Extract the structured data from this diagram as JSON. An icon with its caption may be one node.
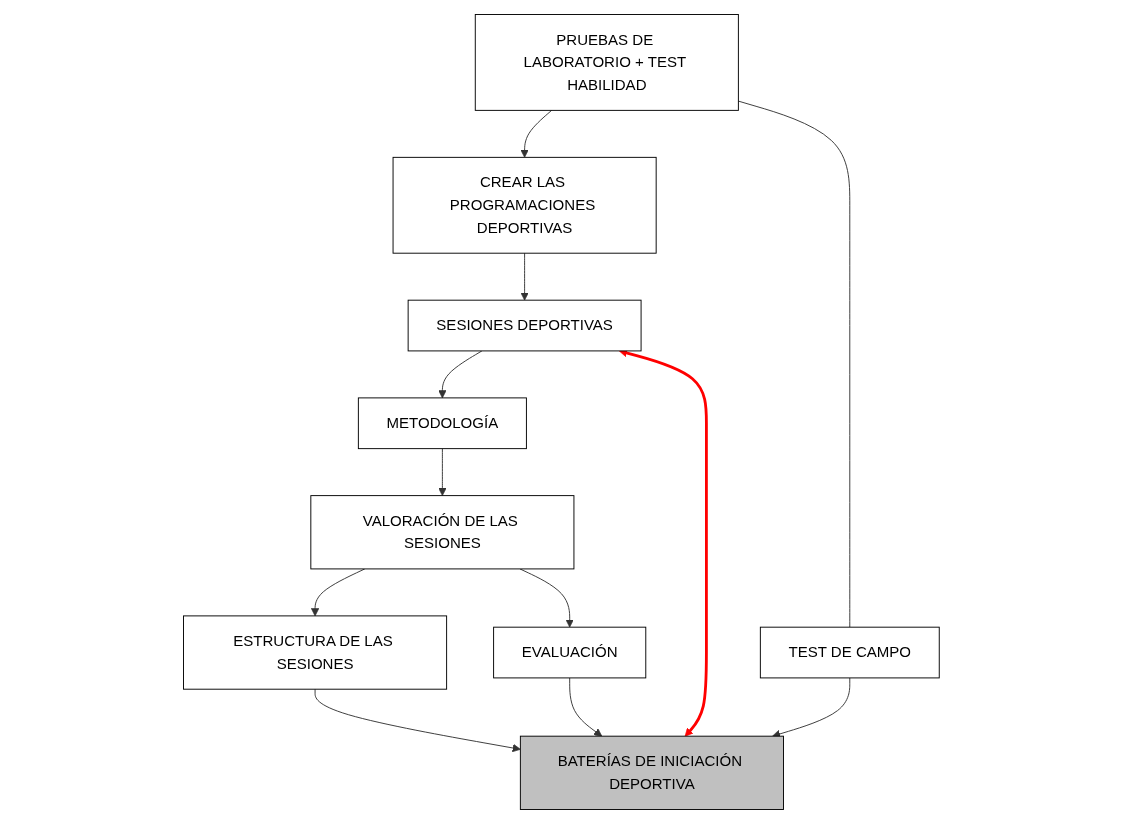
{
  "diagram": {
    "nodes": [
      {
        "text": [
          "PRUEBAS DE LABORATORIO + TEST HABILIDAD"
        ]
      },
      {
        "text": [
          "CREAR LAS PROGRAMACIONES DEPORTIVAS"
        ]
      },
      {
        "text": [
          "SESIONES DEPORTIVAS"
        ]
      },
      {
        "text": [
          "METODOLOGÍA"
        ]
      },
      {
        "text": [
          "VALORACIÓN DE LAS SESIONES"
        ]
      },
      {
        "text": [
          "ESTRUCTURA DE LAS SESIONES"
        ]
      },
      {
        "text": [
          "EVALUACIÓN"
        ]
      },
      {
        "text": [
          "TEST DE CAMPO"
        ]
      },
      {
        "text": [
          "BATERÍAS DE INICIACIÓN DEPORTIVA"
        ]
      }
    ],
    "edges": [
      {
        "from": 0,
        "to": 1,
        "arrow": "to"
      },
      {
        "from": 0,
        "to": 7,
        "arrow": "none"
      },
      {
        "from": 1,
        "to": 2,
        "arrow": "to"
      },
      {
        "from": 2,
        "to": 3,
        "arrow": "to"
      },
      {
        "from": 3,
        "to": 4,
        "arrow": "to"
      },
      {
        "from": 4,
        "to": 5,
        "arrow": "to"
      },
      {
        "from": 4,
        "to": 6,
        "arrow": "to"
      },
      {
        "from": 5,
        "to": 8,
        "arrow": "to"
      },
      {
        "from": 6,
        "to": 8,
        "arrow": "to"
      },
      {
        "from": 7,
        "to": 8,
        "arrow": "to"
      },
      {
        "from": 2,
        "to": 8,
        "arrow": "both",
        "style": "thick",
        "color": "#ff0000"
      }
    ]
  }
}
